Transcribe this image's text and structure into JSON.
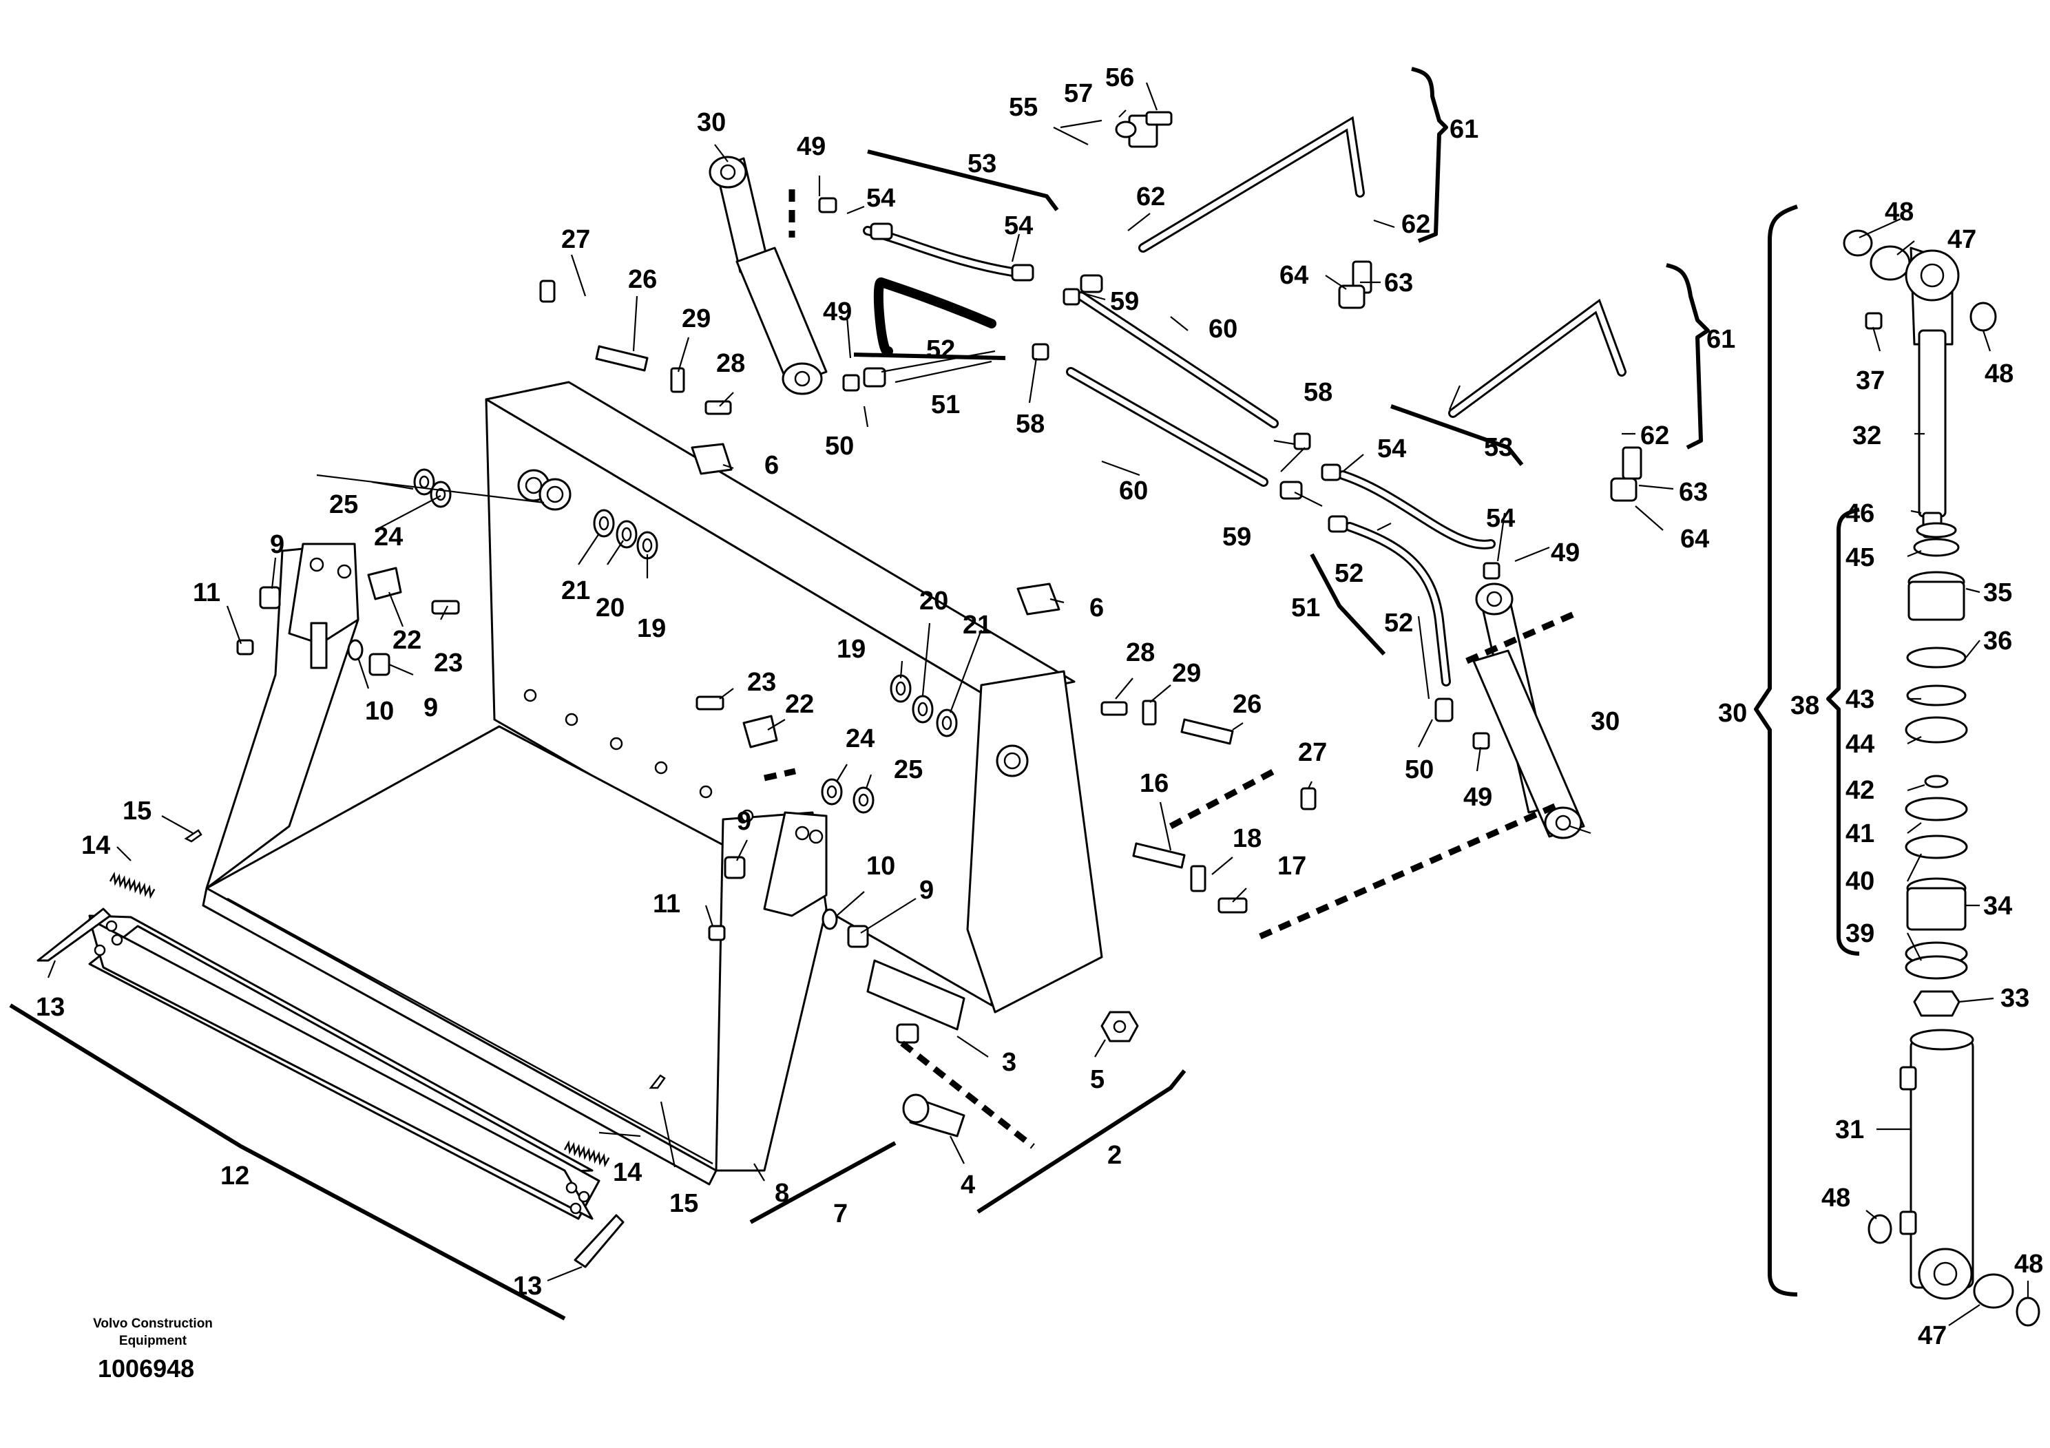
{
  "credit": {
    "line1": "Volvo Construction",
    "line2": "Equipment",
    "number": "1006948"
  },
  "callouts": [
    {
      "id": "c1",
      "text": "30"
    },
    {
      "id": "c2",
      "text": "49"
    },
    {
      "id": "c3",
      "text": "54"
    },
    {
      "id": "c4",
      "text": "53"
    },
    {
      "id": "c5",
      "text": "55"
    },
    {
      "id": "c6",
      "text": "57"
    },
    {
      "id": "c7",
      "text": "56"
    },
    {
      "id": "c8",
      "text": "61"
    },
    {
      "id": "c9",
      "text": "62"
    },
    {
      "id": "c10",
      "text": "54"
    },
    {
      "id": "c11",
      "text": "62"
    },
    {
      "id": "c12",
      "text": "64"
    },
    {
      "id": "c13",
      "text": "63"
    },
    {
      "id": "c14",
      "text": "59"
    },
    {
      "id": "c15",
      "text": "27"
    },
    {
      "id": "c16",
      "text": "26"
    },
    {
      "id": "c17",
      "text": "29"
    },
    {
      "id": "c18",
      "text": "49"
    },
    {
      "id": "c19",
      "text": "52"
    },
    {
      "id": "c20",
      "text": "60"
    },
    {
      "id": "c21",
      "text": "28"
    },
    {
      "id": "c22",
      "text": "51"
    },
    {
      "id": "c23",
      "text": "58"
    },
    {
      "id": "c24",
      "text": "50"
    },
    {
      "id": "c25",
      "text": "6"
    },
    {
      "id": "c26",
      "text": "60"
    },
    {
      "id": "c27",
      "text": "58"
    },
    {
      "id": "c28",
      "text": "54"
    },
    {
      "id": "c29",
      "text": "53"
    },
    {
      "id": "c30",
      "text": "25"
    },
    {
      "id": "c31",
      "text": "24"
    },
    {
      "id": "c32",
      "text": "9"
    },
    {
      "id": "c33",
      "text": "21"
    },
    {
      "id": "c34",
      "text": "20"
    },
    {
      "id": "c35",
      "text": "19"
    },
    {
      "id": "c36",
      "text": "59"
    },
    {
      "id": "c37",
      "text": "52"
    },
    {
      "id": "c38",
      "text": "54"
    },
    {
      "id": "c39",
      "text": "49"
    },
    {
      "id": "c40",
      "text": "11"
    },
    {
      "id": "c41",
      "text": "22"
    },
    {
      "id": "c42",
      "text": "23"
    },
    {
      "id": "c43",
      "text": "10"
    },
    {
      "id": "c44",
      "text": "9"
    },
    {
      "id": "c45",
      "text": "20"
    },
    {
      "id": "c46",
      "text": "6"
    },
    {
      "id": "c47",
      "text": "21"
    },
    {
      "id": "c48",
      "text": "51"
    },
    {
      "id": "c49",
      "text": "52"
    },
    {
      "id": "c50",
      "text": "19"
    },
    {
      "id": "c51",
      "text": "28"
    },
    {
      "id": "c52",
      "text": "29"
    },
    {
      "id": "c53",
      "text": "23"
    },
    {
      "id": "c54",
      "text": "22"
    },
    {
      "id": "c55",
      "text": "26"
    },
    {
      "id": "c56",
      "text": "30"
    },
    {
      "id": "c57",
      "text": "27"
    },
    {
      "id": "c58",
      "text": "24"
    },
    {
      "id": "c59",
      "text": "25"
    },
    {
      "id": "c60",
      "text": "50"
    },
    {
      "id": "c61",
      "text": "49"
    },
    {
      "id": "c62",
      "text": "15"
    },
    {
      "id": "c63",
      "text": "16"
    },
    {
      "id": "c64",
      "text": "14"
    },
    {
      "id": "c65",
      "text": "9"
    },
    {
      "id": "c66",
      "text": "18"
    },
    {
      "id": "c67",
      "text": "17"
    },
    {
      "id": "c68",
      "text": "10"
    },
    {
      "id": "c69",
      "text": "11"
    },
    {
      "id": "c70",
      "text": "9"
    },
    {
      "id": "c71",
      "text": "13"
    },
    {
      "id": "c72",
      "text": "3"
    },
    {
      "id": "c73",
      "text": "5"
    },
    {
      "id": "c74",
      "text": "2"
    },
    {
      "id": "c75",
      "text": "12"
    },
    {
      "id": "c76",
      "text": "14"
    },
    {
      "id": "c77",
      "text": "4"
    },
    {
      "id": "c78",
      "text": "8"
    },
    {
      "id": "c79",
      "text": "15"
    },
    {
      "id": "c80",
      "text": "7"
    },
    {
      "id": "c81",
      "text": "13"
    },
    {
      "id": "c82",
      "text": "48"
    },
    {
      "id": "c83",
      "text": "47"
    },
    {
      "id": "c84",
      "text": "48"
    },
    {
      "id": "c85",
      "text": "37"
    },
    {
      "id": "c86",
      "text": "32"
    },
    {
      "id": "c87",
      "text": "46"
    },
    {
      "id": "c88",
      "text": "45"
    },
    {
      "id": "c89",
      "text": "35"
    },
    {
      "id": "c90",
      "text": "36"
    },
    {
      "id": "c91",
      "text": "30"
    },
    {
      "id": "c92",
      "text": "38"
    },
    {
      "id": "c93",
      "text": "43"
    },
    {
      "id": "c94",
      "text": "44"
    },
    {
      "id": "c95",
      "text": "42"
    },
    {
      "id": "c96",
      "text": "41"
    },
    {
      "id": "c97",
      "text": "40"
    },
    {
      "id": "c98",
      "text": "34"
    },
    {
      "id": "c99",
      "text": "39"
    },
    {
      "id": "c100",
      "text": "33"
    },
    {
      "id": "c101",
      "text": "31"
    },
    {
      "id": "c102",
      "text": "48"
    },
    {
      "id": "c103",
      "text": "48"
    },
    {
      "id": "c104",
      "text": "47"
    },
    {
      "id": "c105",
      "text": "61"
    },
    {
      "id": "c106",
      "text": "62"
    },
    {
      "id": "c107",
      "text": "63"
    },
    {
      "id": "c108",
      "text": "64"
    }
  ]
}
